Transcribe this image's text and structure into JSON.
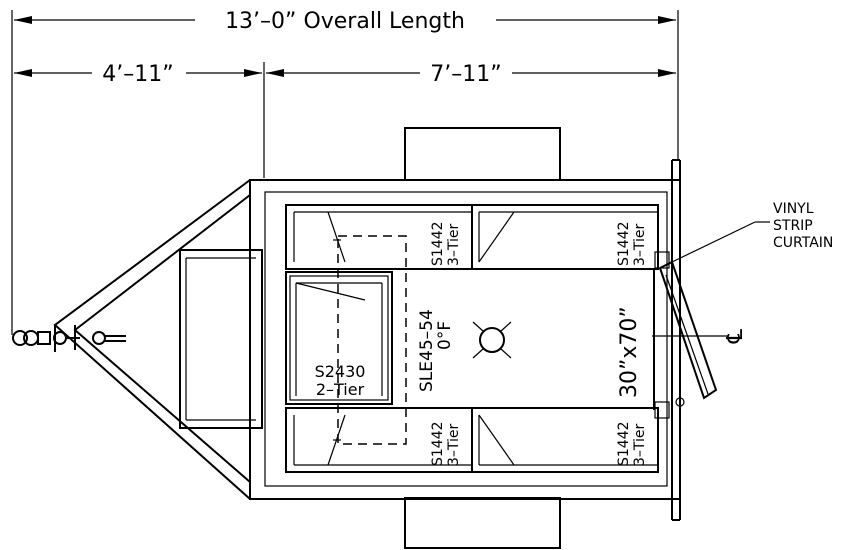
{
  "dimensions": {
    "overall": "13’–0” Overall Length",
    "tongue": "4’–11”",
    "box": "7’–11”"
  },
  "shelves": {
    "top_left": {
      "model": "S1442",
      "tier": "3–Tier"
    },
    "top_right": {
      "model": "S1442",
      "tier": "3–Tier"
    },
    "bottom_left": {
      "model": "S1442",
      "tier": "3–Tier"
    },
    "bottom_right": {
      "model": "S1442",
      "tier": "3–Tier"
    },
    "center": {
      "model": "S2430",
      "tier": "2–Tier"
    }
  },
  "cooler": {
    "model": "SLE45–54",
    "temp": "0°F"
  },
  "door": {
    "size": "30”x70”"
  },
  "curtain": {
    "line1": "VINYL",
    "line2": "STRIP",
    "line3": "CURTAIN"
  },
  "centerline_symbol": "℄"
}
